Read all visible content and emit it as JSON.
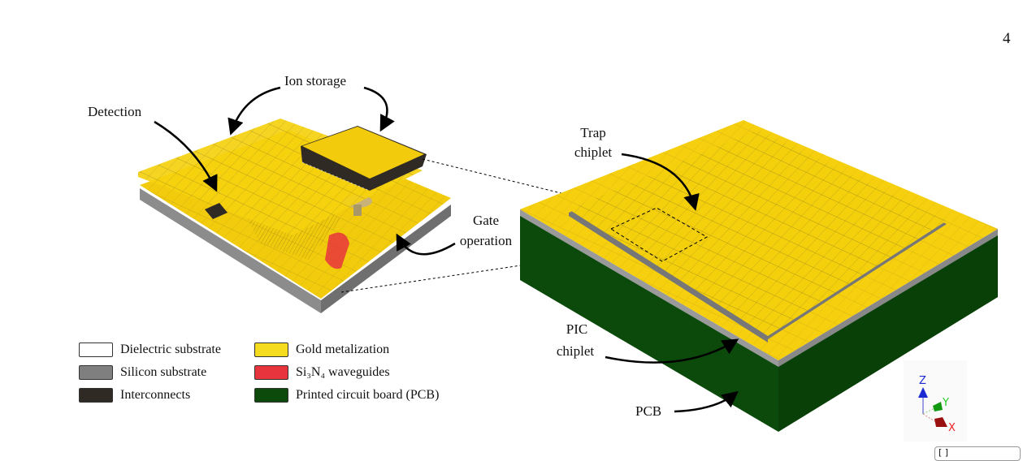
{
  "page_number": "4",
  "labels": {
    "ion_storage": "Ion storage",
    "detection": "Detection",
    "gate_operation": [
      "Gate",
      "operation"
    ],
    "trap_chiplet": [
      "Trap",
      "chiplet"
    ],
    "pic_chiplet": [
      "PIC",
      "chiplet"
    ],
    "pcb": "PCB"
  },
  "legend": [
    {
      "label": "Dielectric substrate",
      "color": "#ffffff"
    },
    {
      "label": "Silicon substrate",
      "color": "#7f7f7f"
    },
    {
      "label": "Interconnects",
      "color": "#302a24"
    },
    {
      "label": "Gold metalization",
      "color": "#f5dc1e"
    },
    {
      "label": "Si₃N₄ waveguides",
      "color": "#e8343c"
    },
    {
      "label": "Printed circuit board (PCB)",
      "color": "#0b4a0b"
    }
  ],
  "axes": {
    "z": "Z",
    "y": "Y",
    "x": "X"
  },
  "corner_button": "[ ]"
}
